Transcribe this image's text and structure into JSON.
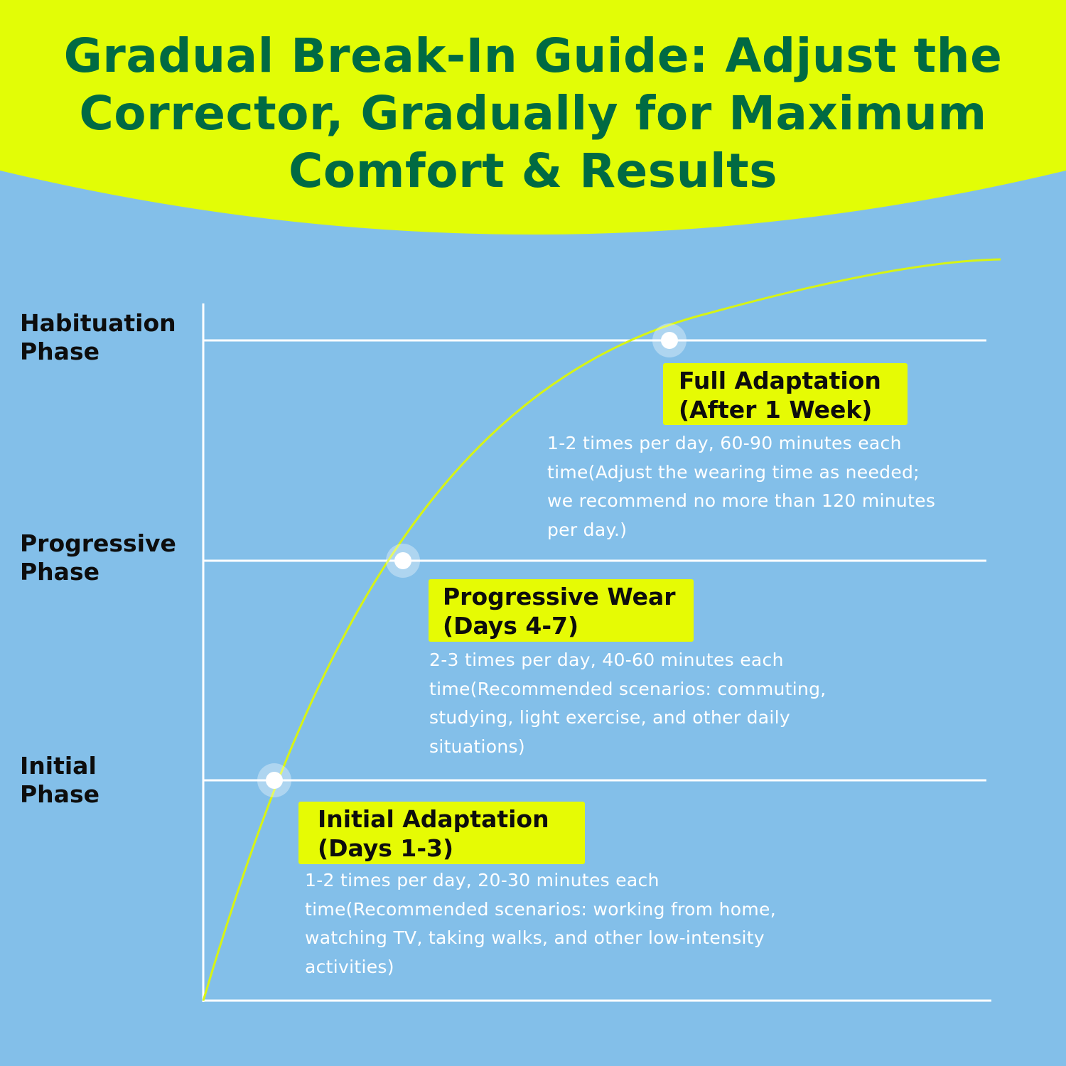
{
  "colors": {
    "background": "#83bfe9",
    "banner": "#e2fd06",
    "title": "#006a43",
    "curve": "#d7f414",
    "axis": "#ffffff",
    "label_box": "#e6fb04",
    "description": "#ffffff"
  },
  "title": {
    "lines": [
      "Gradual Break-In Guide: Adjust the",
      "Corrector, Gradually for Maximum",
      "Comfort & Results"
    ]
  },
  "phases": [
    {
      "lines": [
        "Habituation",
        "Phase"
      ]
    },
    {
      "lines": [
        "Progressive",
        "Phase"
      ]
    },
    {
      "lines": [
        "Initial",
        "Phase"
      ]
    }
  ],
  "stages": [
    {
      "title_lines": [
        "Full Adaptation",
        "(After 1 Week)"
      ],
      "description_lines": [
        "1-2 times per day, 60-90 minutes each",
        "time(Adjust the wearing time as needed;",
        "we recommend no more than 120 minutes",
        "per day.)"
      ]
    },
    {
      "title_lines": [
        "Progressive Wear",
        "(Days 4-7)"
      ],
      "description_lines": [
        "2-3 times per day, 40-60 minutes each",
        "time(Recommended scenarios: commuting,",
        "studying, light exercise, and other daily",
        "situations)"
      ]
    },
    {
      "title_lines": [
        "Initial Adaptation",
        "(Days 1-3)"
      ],
      "description_lines": [
        "1-2 times per day, 20-30 minutes each",
        "time(Recommended scenarios: working from home,",
        "watching TV, taking walks, and other low-intensity",
        "activities)"
      ]
    }
  ]
}
